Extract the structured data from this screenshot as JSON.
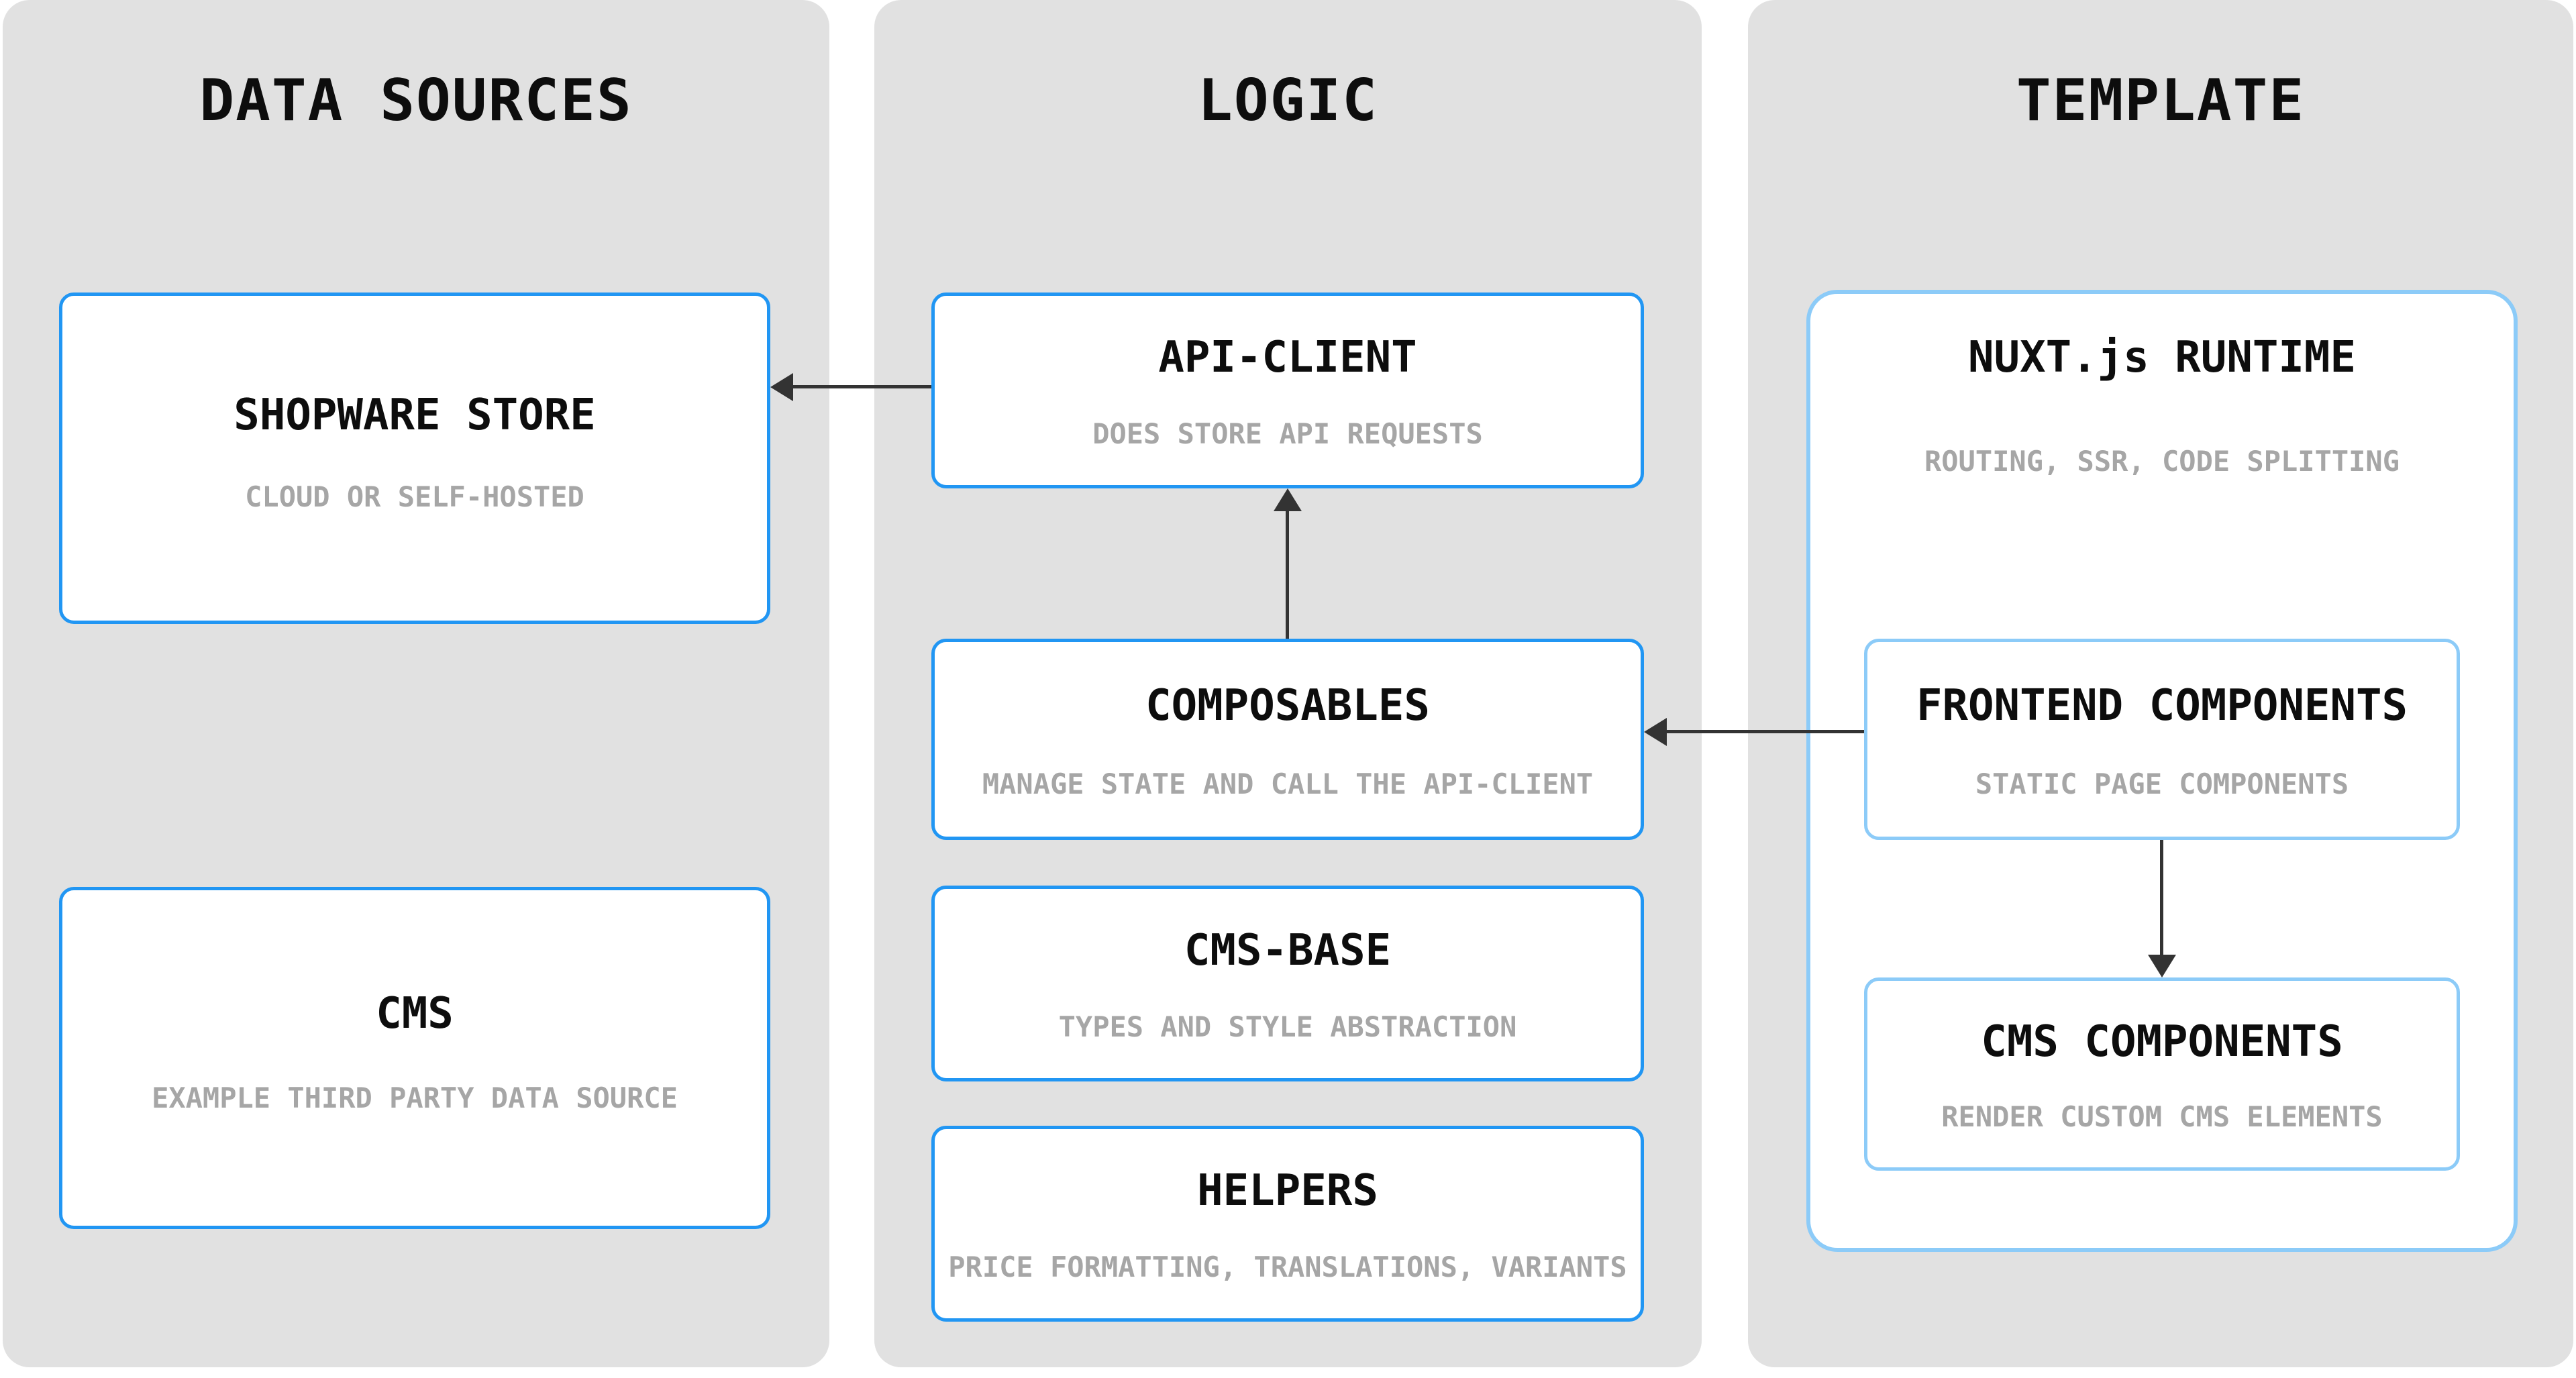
{
  "diagram": {
    "columns": [
      {
        "title": "DATA SOURCES",
        "boxes": [
          {
            "title": "SHOPWARE STORE",
            "subtitle": "CLOUD OR SELF-HOSTED"
          },
          {
            "title": "CMS",
            "subtitle": "EXAMPLE THIRD PARTY DATA SOURCE"
          }
        ]
      },
      {
        "title": "LOGIC",
        "boxes": [
          {
            "title": "API-CLIENT",
            "subtitle": "DOES STORE API REQUESTS"
          },
          {
            "title": "COMPOSABLES",
            "subtitle": "MANAGE STATE AND CALL THE API-CLIENT"
          },
          {
            "title": "CMS-BASE",
            "subtitle": "TYPES AND STYLE ABSTRACTION"
          },
          {
            "title": "HELPERS",
            "subtitle": "PRICE FORMATTING, TRANSLATIONS, VARIANTS"
          }
        ]
      },
      {
        "title": "TEMPLATE",
        "boxes": [
          {
            "title": "NUXT.js RUNTIME",
            "subtitle": "ROUTING, SSR, CODE SPLITTING"
          },
          {
            "title": "FRONTEND COMPONENTS",
            "subtitle": "STATIC PAGE COMPONENTS"
          },
          {
            "title": "CMS COMPONENTS",
            "subtitle": "RENDER CUSTOM CMS ELEMENTS"
          }
        ]
      }
    ],
    "arrows": [
      {
        "from": "API-CLIENT",
        "to": "SHOPWARE STORE",
        "direction": "left"
      },
      {
        "from": "COMPOSABLES",
        "to": "API-CLIENT",
        "direction": "up"
      },
      {
        "from": "FRONTEND COMPONENTS",
        "to": "COMPOSABLES",
        "direction": "left"
      },
      {
        "from": "FRONTEND COMPONENTS",
        "to": "CMS COMPONENTS",
        "direction": "down"
      }
    ],
    "colors": {
      "column_background": "#e1e1e1",
      "box_background": "#ffffff",
      "primary_border_blue": "#2196f3",
      "light_border_blue": "#8ccbf8",
      "title_text": "#0d0d0d",
      "subtitle_text": "#a6a6a6",
      "arrow": "#333333"
    }
  }
}
